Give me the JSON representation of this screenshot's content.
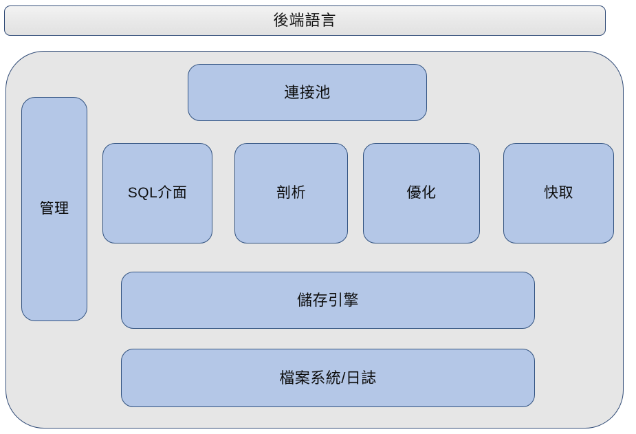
{
  "diagram": {
    "title": "後端語言",
    "colors": {
      "banner_fill": "#eaeaea",
      "banner_border": "#2f4a76",
      "container_fill": "#e6e6e6",
      "container_border": "#2f4a76",
      "box_fill": "#b4c7e7",
      "box_border": "#30517f",
      "text": "#0d0d0d",
      "page_background": "#ffffff"
    },
    "banner": {
      "label": "後端語言"
    },
    "components": {
      "manage": {
        "label": "管理"
      },
      "connection_pool": {
        "label": "連接池"
      },
      "sql_interface": {
        "label": "SQL介面"
      },
      "parser": {
        "label": "剖析"
      },
      "optimizer": {
        "label": "優化"
      },
      "cache": {
        "label": "快取"
      },
      "storage_engine": {
        "label": "儲存引擎"
      },
      "file_system_log": {
        "label": "檔案系統/日誌"
      }
    },
    "layers": [
      {
        "name": "connection-layer",
        "items": [
          "連接池"
        ]
      },
      {
        "name": "service-layer",
        "items": [
          "SQL介面",
          "剖析",
          "優化",
          "快取"
        ]
      },
      {
        "name": "engine-layer",
        "items": [
          "儲存引擎"
        ]
      },
      {
        "name": "storage-layer",
        "items": [
          "檔案系統/日誌"
        ]
      },
      {
        "name": "side-layer",
        "items": [
          "管理"
        ]
      }
    ]
  }
}
